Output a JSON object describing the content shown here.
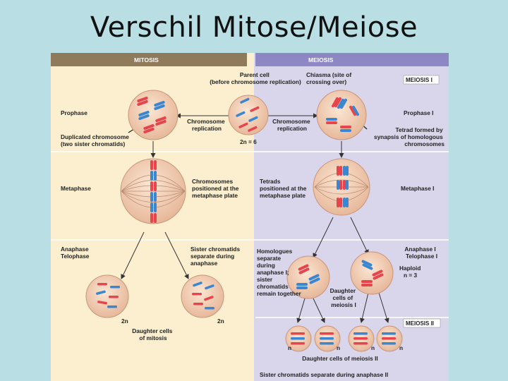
{
  "title": "Verschil Mitose/Meiose",
  "figure": {
    "mitosis_header": "MITOSIS",
    "meiosis_header": "MEIOSIS",
    "meiosis_i_tag": "MEIOSIS I",
    "meiosis_ii_tag": "MEIOSIS II",
    "parent_cell": [
      "Parent cell",
      "(before chromosome replication)"
    ],
    "chiasma": [
      "Chiasma (site of",
      "crossing over)"
    ],
    "prophase": "Prophase",
    "prophase_i": "Prophase I",
    "chromosome_replication_left": [
      "Chromosome",
      "replication"
    ],
    "chromosome_replication_right": [
      "Chromosome",
      "replication"
    ],
    "duplicated_chromosome": [
      "Duplicated chromosome",
      "(two sister chromatids)"
    ],
    "two_n_six": "2n = 6",
    "tetrad_formed": [
      "Tetrad formed by",
      "synapsis of homologous",
      "chromosomes"
    ],
    "metaphase": "Metaphase",
    "chromosomes_positioned": [
      "Chromosomes",
      "positioned at the",
      "metaphase plate"
    ],
    "tetrads_positioned": [
      "Tetrads",
      "positioned at the",
      "metaphase plate"
    ],
    "metaphase_i": "Metaphase I",
    "anaphase_telophase": [
      "Anaphase",
      "Telophase"
    ],
    "sister_chromatids_separate": [
      "Sister chromatids",
      "separate during",
      "anaphase"
    ],
    "homologues_separate": [
      "Homologues",
      "separate",
      "during",
      "anaphase I;",
      "sister",
      "chromatids",
      "remain together"
    ],
    "anaphase_telophase_i": [
      "Anaphase I",
      "Telophase I"
    ],
    "haploid": [
      "Haploid",
      "n = 3"
    ],
    "daughter_cells_meiosis_i": [
      "Daughter",
      "cells of",
      "meiosis I"
    ],
    "two_n_left": "2n",
    "two_n_right": "2n",
    "daughter_cells_mitosis": [
      "Daughter cells",
      "of mitosis"
    ],
    "n_labels": [
      "n",
      "n",
      "n",
      "n"
    ],
    "daughter_cells_meiosis_ii": "Daughter cells of meiosis II",
    "sister_chromatids_anaphase_ii": "Sister chromatids separate during anaphase II"
  },
  "colors": {
    "background": "#b9dfe4",
    "mitosis_panel": "#fbefcf",
    "meiosis_panel": "#d9d6ec",
    "mitosis_header": "#8f7a5b",
    "meiosis_header": "#8d88c4",
    "cell_fill": "#f3d3ba",
    "chromosome_red": "#e8444c",
    "chromosome_blue": "#3a86d1"
  }
}
